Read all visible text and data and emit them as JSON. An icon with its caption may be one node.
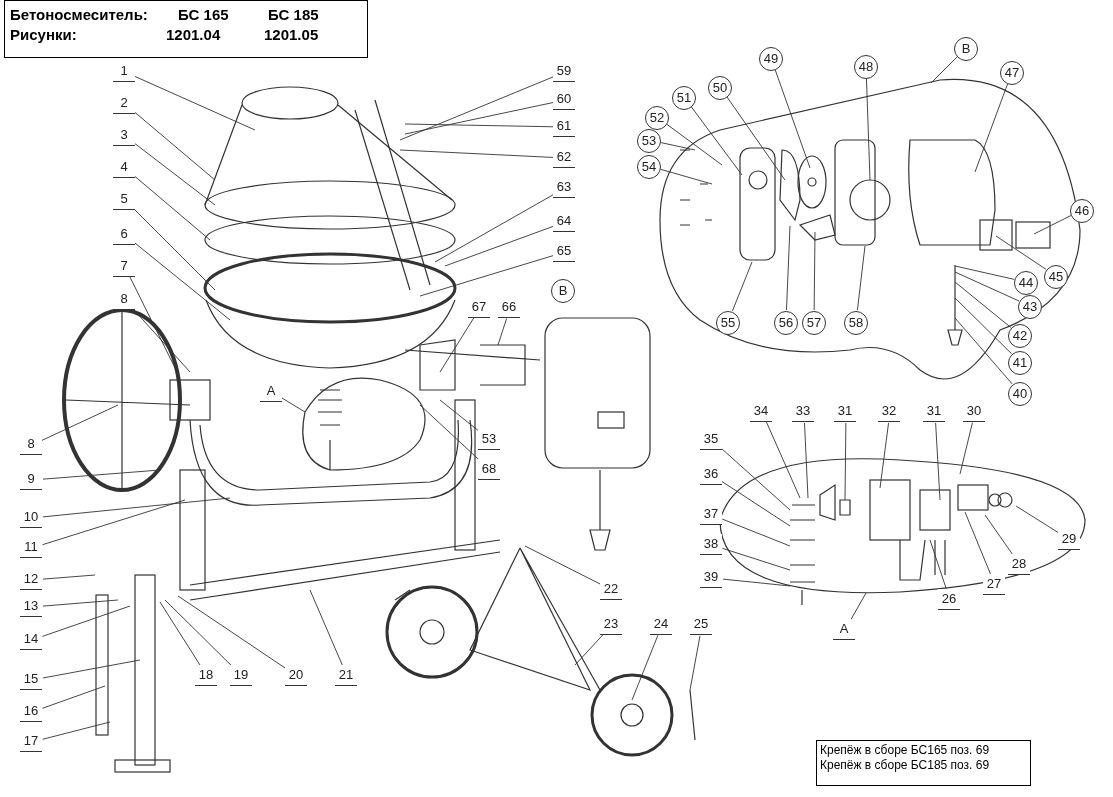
{
  "diagram": {
    "nodes": [
      {
        "text": [
          "1"
        ]
      },
      {
        "text": [
          "2"
        ]
      },
      {
        "text": [
          "3"
        ]
      },
      {
        "text": [
          "4"
        ]
      },
      {
        "text": [
          "5"
        ]
      },
      {
        "text": [
          "6"
        ]
      },
      {
        "text": [
          "7"
        ]
      },
      {
        "text": [
          "8"
        ]
      },
      {
        "text": [
          "8"
        ]
      },
      {
        "text": [
          "9"
        ]
      },
      {
        "text": [
          "10"
        ]
      },
      {
        "text": [
          "11"
        ]
      },
      {
        "text": [
          "12"
        ]
      },
      {
        "text": [
          "13"
        ]
      },
      {
        "text": [
          "14"
        ]
      },
      {
        "text": [
          "15"
        ]
      },
      {
        "text": [
          "16"
        ]
      },
      {
        "text": [
          "17"
        ]
      },
      {
        "text": [
          "18"
        ]
      },
      {
        "text": [
          "19"
        ]
      },
      {
        "text": [
          "20"
        ]
      },
      {
        "text": [
          "21"
        ]
      },
      {
        "text": [
          "22"
        ]
      },
      {
        "text": [
          "23"
        ]
      },
      {
        "text": [
          "24"
        ]
      },
      {
        "text": [
          "25"
        ]
      },
      {
        "text": [
          "59"
        ]
      },
      {
        "text": [
          "60"
        ]
      },
      {
        "text": [
          "61"
        ]
      },
      {
        "text": [
          "62"
        ]
      },
      {
        "text": [
          "63"
        ]
      },
      {
        "text": [
          "64"
        ]
      },
      {
        "text": [
          "65"
        ]
      },
      {
        "text": [
          "66"
        ]
      },
      {
        "text": [
          "67"
        ]
      },
      {
        "text": [
          "53"
        ]
      },
      {
        "text": [
          "68"
        ]
      },
      {
        "text": [
          "A"
        ]
      },
      {
        "text": [
          "B"
        ]
      },
      {
        "text": [
          "34"
        ]
      },
      {
        "text": [
          "33"
        ]
      },
      {
        "text": [
          "31"
        ]
      },
      {
        "text": [
          "32"
        ]
      },
      {
        "text": [
          "31"
        ]
      },
      {
        "text": [
          "30"
        ]
      },
      {
        "text": [
          "35"
        ]
      },
      {
        "text": [
          "36"
        ]
      },
      {
        "text": [
          "37"
        ]
      },
      {
        "text": [
          "38"
        ]
      },
      {
        "text": [
          "39"
        ]
      },
      {
        "text": [
          "29"
        ]
      },
      {
        "text": [
          "28"
        ]
      },
      {
        "text": [
          "27"
        ]
      },
      {
        "text": [
          "26"
        ]
      },
      {
        "text": [
          "A"
        ]
      },
      {
        "text": [
          "B"
        ]
      },
      {
        "text": [
          "47"
        ]
      },
      {
        "text": [
          "48"
        ]
      },
      {
        "text": [
          "49"
        ]
      },
      {
        "text": [
          "50"
        ]
      },
      {
        "text": [
          "51"
        ]
      },
      {
        "text": [
          "52"
        ]
      },
      {
        "text": [
          "53"
        ]
      },
      {
        "text": [
          "54"
        ]
      },
      {
        "text": [
          "55"
        ]
      },
      {
        "text": [
          "56"
        ]
      },
      {
        "text": [
          "57"
        ]
      },
      {
        "text": [
          "58"
        ]
      },
      {
        "text": [
          "40"
        ]
      },
      {
        "text": [
          "41"
        ]
      },
      {
        "text": [
          "42"
        ]
      },
      {
        "text": [
          "43"
        ]
      },
      {
        "text": [
          "44"
        ]
      },
      {
        "text": [
          "45"
        ]
      },
      {
        "text": [
          "46"
        ]
      }
    ],
    "edges": [
      {
        "from": 0,
        "to": null,
        "arrow": "none"
      },
      {
        "from": 1,
        "to": null,
        "arrow": "none"
      },
      {
        "from": 2,
        "to": null,
        "arrow": "none"
      },
      {
        "from": 3,
        "to": null,
        "arrow": "none"
      },
      {
        "from": 4,
        "to": null,
        "arrow": "none"
      },
      {
        "from": 5,
        "to": null,
        "arrow": "none"
      },
      {
        "from": 6,
        "to": null,
        "arrow": "none"
      },
      {
        "from": 7,
        "to": null,
        "arrow": "none"
      },
      {
        "from": 8,
        "to": null,
        "arrow": "none"
      },
      {
        "from": 9,
        "to": null,
        "arrow": "none"
      },
      {
        "from": 10,
        "to": null,
        "arrow": "none"
      },
      {
        "from": 11,
        "to": null,
        "arrow": "none"
      },
      {
        "from": 12,
        "to": null,
        "arrow": "none"
      },
      {
        "from": 13,
        "to": null,
        "arrow": "none"
      },
      {
        "from": 14,
        "to": null,
        "arrow": "none"
      },
      {
        "from": 15,
        "to": null,
        "arrow": "none"
      },
      {
        "from": 16,
        "to": null,
        "arrow": "none"
      },
      {
        "from": 17,
        "to": null,
        "arrow": "none"
      },
      {
        "from": 18,
        "to": null,
        "arrow": "none"
      },
      {
        "from": 19,
        "to": null,
        "arrow": "none"
      },
      {
        "from": 20,
        "to": null,
        "arrow": "none"
      },
      {
        "from": 21,
        "to": null,
        "arrow": "none"
      },
      {
        "from": 22,
        "to": null,
        "arrow": "none"
      },
      {
        "from": 23,
        "to": null,
        "arrow": "none"
      },
      {
        "from": 24,
        "to": null,
        "arrow": "none"
      },
      {
        "from": 25,
        "to": null,
        "arrow": "none"
      },
      {
        "from": 26,
        "to": null,
        "arrow": "none"
      },
      {
        "from": 27,
        "to": null,
        "arrow": "none"
      },
      {
        "from": 28,
        "to": null,
        "arrow": "none"
      },
      {
        "from": 29,
        "to": null,
        "arrow": "none"
      },
      {
        "from": 30,
        "to": null,
        "arrow": "none"
      },
      {
        "from": 31,
        "to": null,
        "arrow": "none"
      },
      {
        "from": 32,
        "to": null,
        "arrow": "none"
      },
      {
        "from": 33,
        "to": null,
        "arrow": "none"
      },
      {
        "from": 34,
        "to": null,
        "arrow": "none"
      },
      {
        "from": 35,
        "to": null,
        "arrow": "none"
      },
      {
        "from": 36,
        "to": null,
        "arrow": "none"
      },
      {
        "from": 37,
        "to": null,
        "arrow": "none"
      },
      {
        "from": 39,
        "to": null,
        "arrow": "none"
      },
      {
        "from": 40,
        "to": null,
        "arrow": "none"
      },
      {
        "from": 41,
        "to": null,
        "arrow": "none"
      },
      {
        "from": 42,
        "to": null,
        "arrow": "none"
      },
      {
        "from": 43,
        "to": null,
        "arrow": "none"
      },
      {
        "from": 44,
        "to": null,
        "arrow": "none"
      },
      {
        "from": 45,
        "to": null,
        "arrow": "none"
      },
      {
        "from": 46,
        "to": null,
        "arrow": "none"
      },
      {
        "from": 47,
        "to": null,
        "arrow": "none"
      },
      {
        "from": 48,
        "to": null,
        "arrow": "none"
      },
      {
        "from": 49,
        "to": null,
        "arrow": "none"
      },
      {
        "from": 50,
        "to": null,
        "arrow": "none"
      },
      {
        "from": 51,
        "to": null,
        "arrow": "none"
      },
      {
        "from": 52,
        "to": null,
        "arrow": "none"
      },
      {
        "from": 53,
        "to": null,
        "arrow": "none"
      },
      {
        "from": 54,
        "to": null,
        "arrow": "none"
      },
      {
        "from": 55,
        "to": null,
        "arrow": "none"
      },
      {
        "from": 56,
        "to": null,
        "arrow": "none"
      },
      {
        "from": 57,
        "to": null,
        "arrow": "none"
      },
      {
        "from": 58,
        "to": null,
        "arrow": "none"
      },
      {
        "from": 59,
        "to": null,
        "arrow": "none"
      },
      {
        "from": 60,
        "to": null,
        "arrow": "none"
      },
      {
        "from": 61,
        "to": null,
        "arrow": "none"
      },
      {
        "from": 62,
        "to": null,
        "arrow": "none"
      },
      {
        "from": 63,
        "to": null,
        "arrow": "none"
      },
      {
        "from": 64,
        "to": null,
        "arrow": "none"
      },
      {
        "from": 65,
        "to": null,
        "arrow": "none"
      },
      {
        "from": 66,
        "to": null,
        "arrow": "none"
      },
      {
        "from": 67,
        "to": null,
        "arrow": "none"
      },
      {
        "from": 68,
        "to": null,
        "arrow": "none"
      },
      {
        "from": 69,
        "to": null,
        "arrow": "none"
      },
      {
        "from": 70,
        "to": null,
        "arrow": "none"
      },
      {
        "from": 71,
        "to": null,
        "arrow": "none"
      },
      {
        "from": 72,
        "to": null,
        "arrow": "none"
      },
      {
        "from": 73,
        "to": null,
        "arrow": "none"
      },
      {
        "from": 74,
        "to": null,
        "arrow": "none"
      }
    ],
    "labels": [
      "Бетоносмеситель:",
      "БС 165",
      "БС 185",
      "Рисунки:",
      "1201.04",
      "1201.05",
      "Крепёж в сборе БС165 поз. 69",
      "Крепёж в сборе БС185 поз. 69"
    ]
  }
}
